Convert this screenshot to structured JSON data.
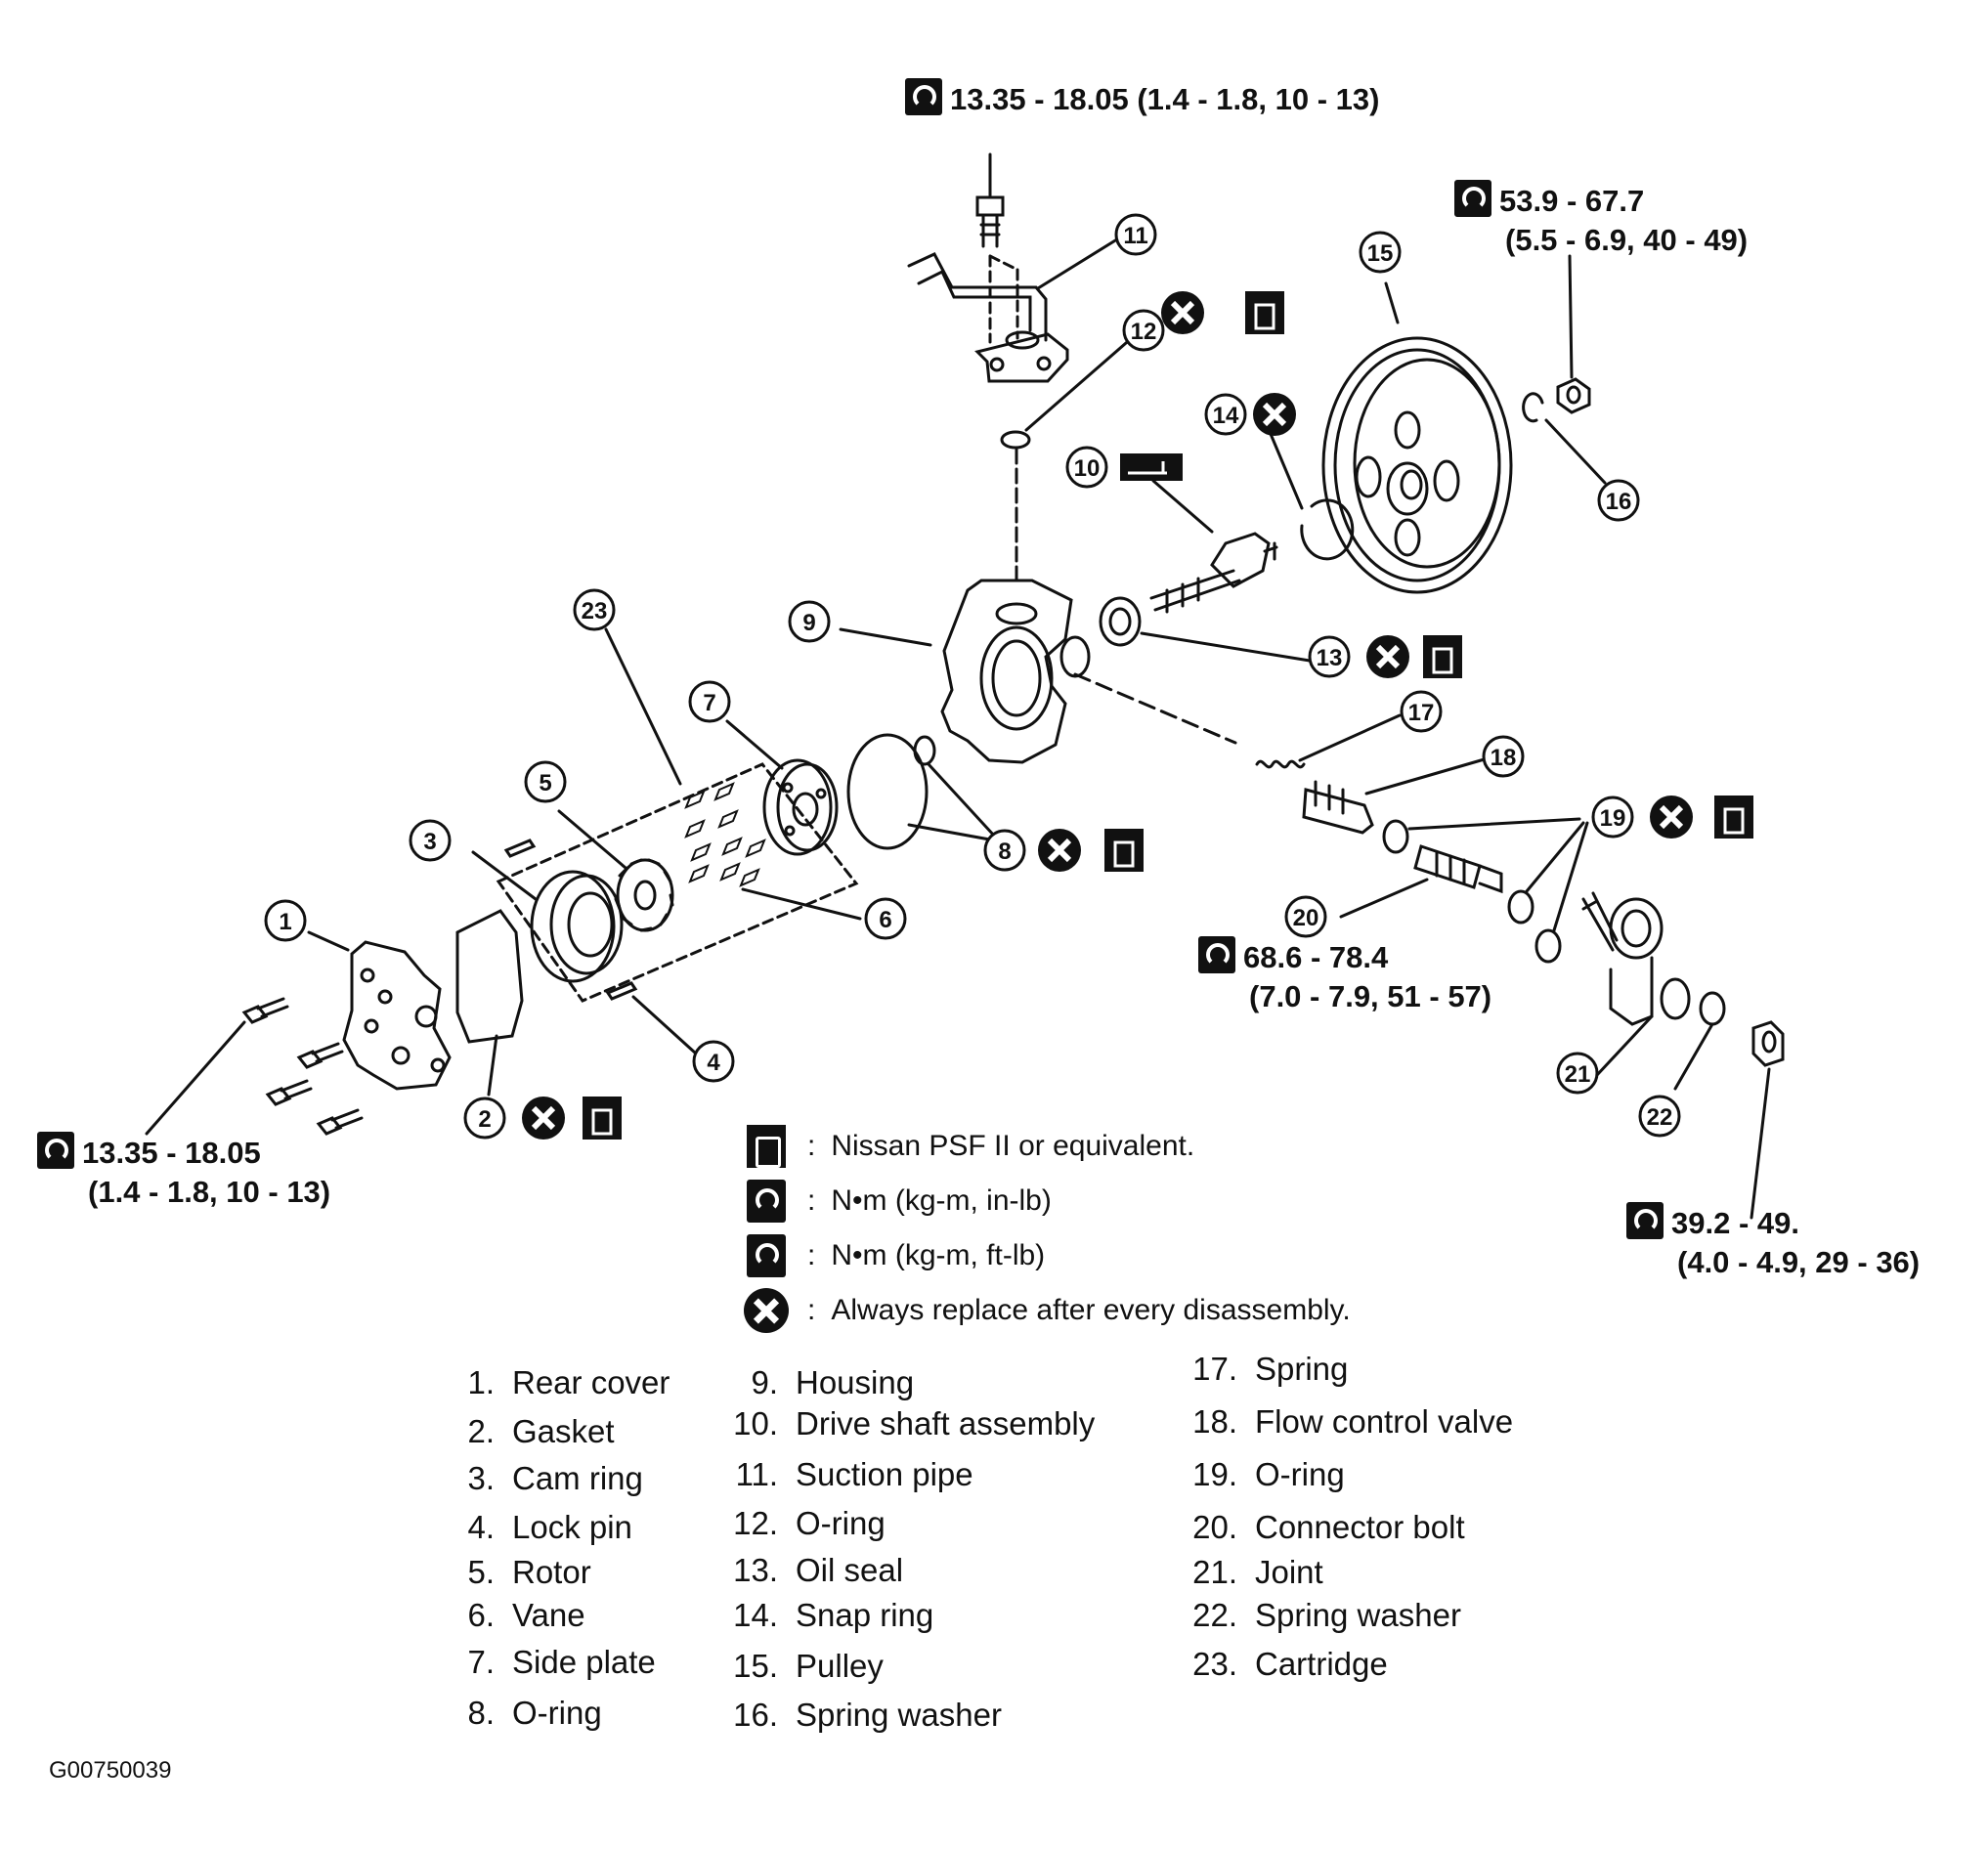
{
  "torque_specs": {
    "suction_bolt": {
      "line1": "13.35 - 18.05 (1.4 - 1.8, 10 - 13)"
    },
    "pulley_nut": {
      "line1": "53.9 - 67.7",
      "line2": "(5.5 - 6.9, 40 - 49)"
    },
    "connector_bolt": {
      "line1": "68.6 - 78.4",
      "line2": "(7.0 - 7.9, 51 - 57)"
    },
    "rear_cover": {
      "line1": "13.35 - 18.05",
      "line2": "(1.4 - 1.8, 10 - 13)"
    },
    "joint_nut": {
      "line1": "39.2 - 49.",
      "line2": "(4.0 - 4.9, 29 - 36)"
    }
  },
  "callouts": [
    "1",
    "2",
    "3",
    "4",
    "5",
    "6",
    "7",
    "8",
    "9",
    "10",
    "11",
    "12",
    "13",
    "14",
    "15",
    "16",
    "17",
    "18",
    "19",
    "20",
    "21",
    "22",
    "23"
  ],
  "legend": [
    {
      "icon": "oil-can-icon",
      "text": "Nissan PSF II or equivalent."
    },
    {
      "icon": "torque-wrench-inlb-icon",
      "text": "N•m (kg-m, in-lb)"
    },
    {
      "icon": "torque-wrench-ftlb-icon",
      "text": "N•m (kg-m, ft-lb)"
    },
    {
      "icon": "replace-x-icon",
      "text": "Always replace after every disassembly."
    }
  ],
  "legend_colon": ":",
  "parts": [
    {
      "num": "1.",
      "name": "Rear cover"
    },
    {
      "num": "2.",
      "name": "Gasket"
    },
    {
      "num": "3.",
      "name": "Cam ring"
    },
    {
      "num": "4.",
      "name": "Lock pin"
    },
    {
      "num": "5.",
      "name": "Rotor"
    },
    {
      "num": "6.",
      "name": "Vane"
    },
    {
      "num": "7.",
      "name": "Side plate"
    },
    {
      "num": "8.",
      "name": "O-ring"
    },
    {
      "num": "9.",
      "name": "Housing"
    },
    {
      "num": "10.",
      "name": "Drive shaft assembly"
    },
    {
      "num": "11.",
      "name": "Suction pipe"
    },
    {
      "num": "12.",
      "name": "O-ring"
    },
    {
      "num": "13.",
      "name": "Oil seal"
    },
    {
      "num": "14.",
      "name": "Snap ring"
    },
    {
      "num": "15.",
      "name": "Pulley"
    },
    {
      "num": "16.",
      "name": "Spring washer"
    },
    {
      "num": "17.",
      "name": "Spring"
    },
    {
      "num": "18.",
      "name": "Flow control valve"
    },
    {
      "num": "19.",
      "name": "O-ring"
    },
    {
      "num": "20.",
      "name": "Connector bolt"
    },
    {
      "num": "21.",
      "name": "Joint"
    },
    {
      "num": "22.",
      "name": "Spring washer"
    },
    {
      "num": "23.",
      "name": "Cartridge"
    }
  ],
  "figure_code": "G00750039"
}
